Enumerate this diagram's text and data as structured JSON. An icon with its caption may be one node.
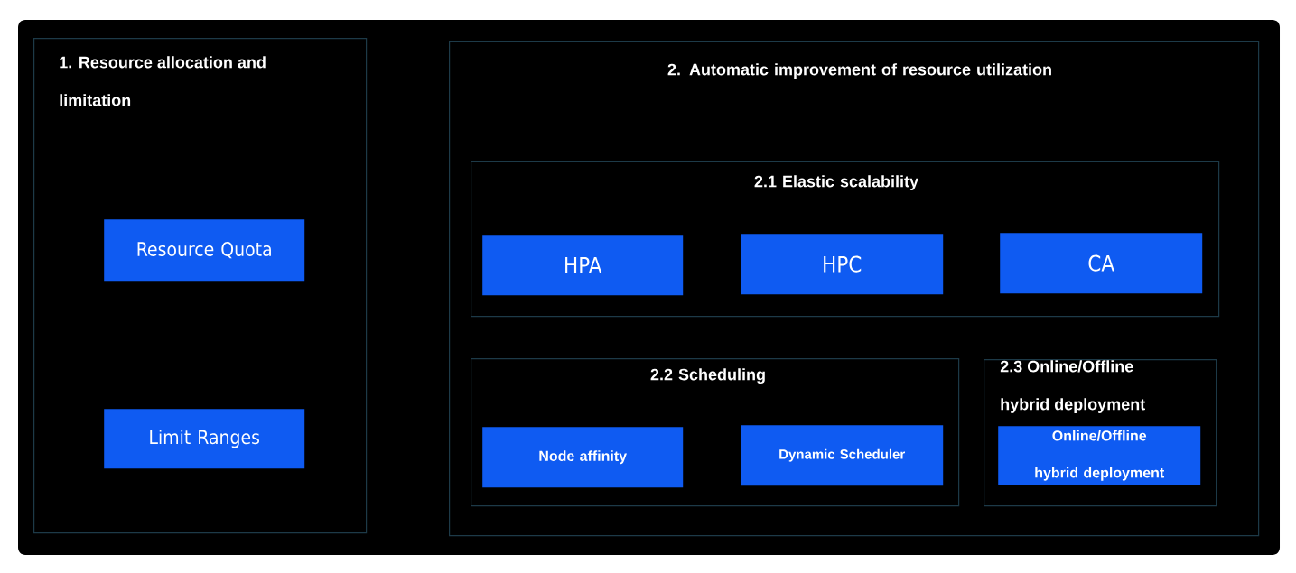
{
  "diagram": {
    "nodes": [
      {
        "text": [
          "1. Resource allocation and limitation"
        ]
      },
      {
        "text": [
          "Resource Quota"
        ],
        "in": 0
      },
      {
        "text": [
          "Limit Ranges"
        ],
        "in": 0
      },
      {
        "text": [
          "2. Automatic improvement of resource utilization"
        ]
      },
      {
        "text": [
          "2.1 Elastic scalability"
        ],
        "in": 3
      },
      {
        "text": [
          "HPA"
        ],
        "in": 4
      },
      {
        "text": [
          "HPC"
        ],
        "in": 4
      },
      {
        "text": [
          "CA"
        ],
        "in": 4
      },
      {
        "text": [
          "2.2 Scheduling"
        ],
        "in": 3
      },
      {
        "text": [
          "Node affinity"
        ],
        "in": 8
      },
      {
        "text": [
          "Dynamic Scheduler"
        ],
        "in": 8
      },
      {
        "text": [
          "2.3 Online/Offline hybrid deployment"
        ],
        "in": 3
      },
      {
        "text": [
          "Online/Offline hybrid deployment"
        ],
        "in": 11
      }
    ],
    "edges": []
  }
}
